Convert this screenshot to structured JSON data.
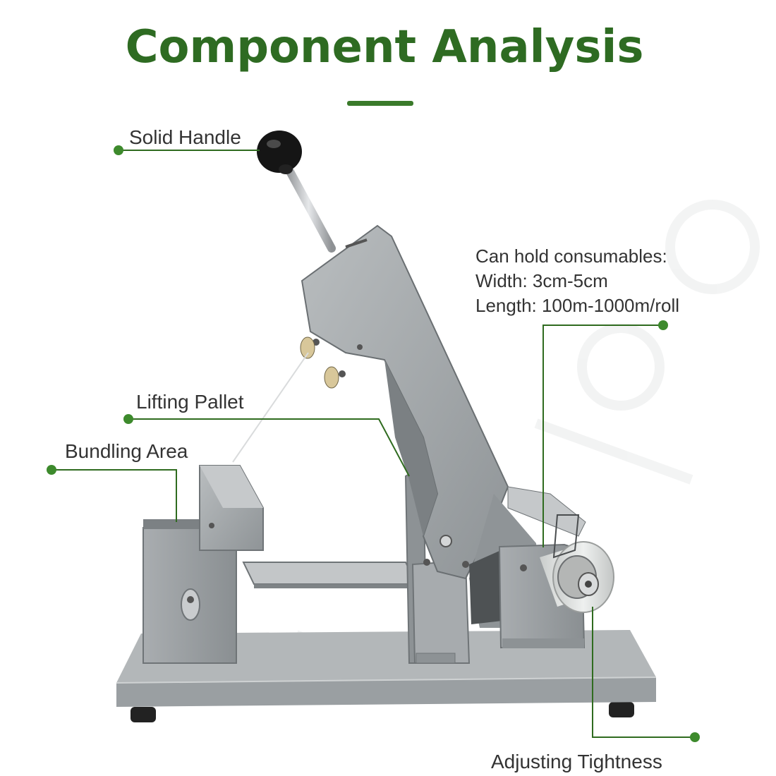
{
  "title": "Component Analysis",
  "labels": {
    "solid_handle": "Solid Handle",
    "lifting_pallet": "Lifting Pallet",
    "bundling_area": "Bundling Area",
    "adjusting_tightness": "Adjusting Tightness"
  },
  "specs": {
    "line1": "Can hold consumables:",
    "line2": "Width: 3cm-5cm",
    "line3": "Length: 100m-1000m/roll"
  },
  "colors": {
    "title_green": "#2e6b22",
    "leader_green": "#2f6b1f",
    "dot_green": "#3d8a2c",
    "metal": "#9ea3a6",
    "text": "#333333"
  }
}
